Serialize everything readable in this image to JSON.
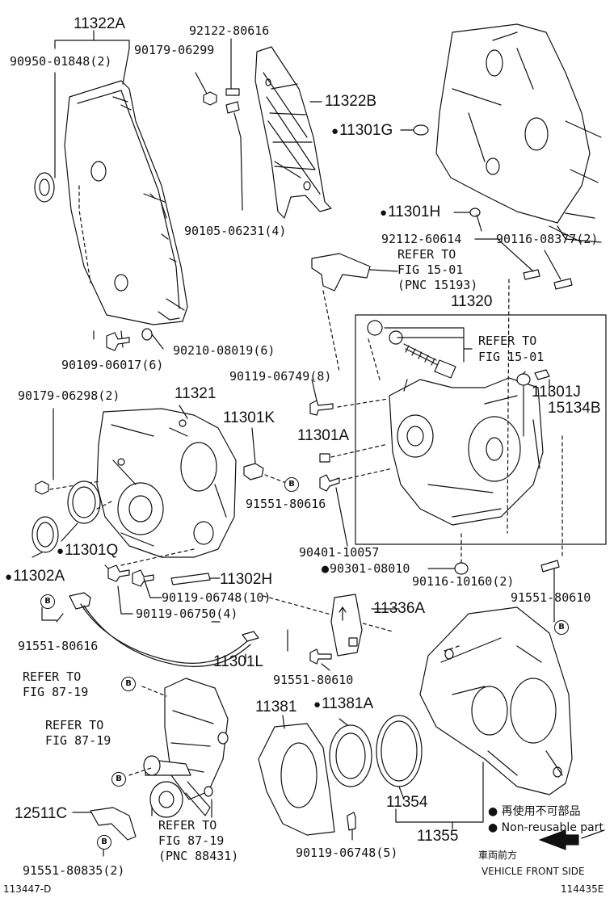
{
  "labels": {
    "l_11322A": "11322A",
    "l_90950": "90950-01848(2)",
    "l_90179_06299": "90179-06299",
    "l_92122": "92122-80616",
    "l_11322B": "11322B",
    "l_11301G": "11301G",
    "l_11301H": "11301H",
    "l_90105": "90105-06231(4)",
    "l_92112": "92112-60614",
    "l_90116_08377": "90116-08377(2)",
    "l_refer_15_a1": "REFER TO",
    "l_refer_15_a2": "FIG 15-01",
    "l_refer_15_a3": "(PNC 15193)",
    "l_11320": "11320",
    "l_refer_15_b1": "REFER TO",
    "l_refer_15_b2": "FIG 15-01",
    "l_90109": "90109-06017(6)",
    "l_90210": "90210-08019(6)",
    "l_90119_06749": "90119-06749(8)",
    "l_11301J": "11301J",
    "l_15134B": "15134B",
    "l_90179_06298": "90179-06298(2)",
    "l_11321": "11321",
    "l_11301K": "11301K",
    "l_11301A": "11301A",
    "l_91551_80616_a": "91551-80616",
    "l_11301Q": "11301Q",
    "l_90401": "90401-10057",
    "l_11302A": "11302A",
    "l_11302H": "11302H",
    "l_90301": "90301-08010",
    "l_90116_10160": "90116-10160(2)",
    "l_91551_80610_a": "91551-80610",
    "l_90119_06748_10": "90119-06748(10)",
    "l_90119_06750": "90119-06750(4)",
    "l_11336A": "11336A",
    "l_91551_80616_b": "91551-80616",
    "l_11301L": "11301L",
    "l_91551_80610_b": "91551-80610",
    "l_refer_87_a1": "REFER TO",
    "l_refer_87_a2": "FIG 87-19",
    "l_11381": "11381",
    "l_11381A": "11381A",
    "l_refer_87_b1": "REFER TO",
    "l_refer_87_b2": "FIG 87-19",
    "l_11354": "11354",
    "l_12511C": "12511C",
    "l_refer_87_c1": "REFER TO",
    "l_refer_87_c2": "FIG 87-19",
    "l_refer_87_c3": "(PNC 88431)",
    "l_11355": "11355",
    "l_90119_06748_5": "90119-06748(5)",
    "l_91551_80835": "91551-80835(2)"
  },
  "callout_letter": "B",
  "legend": {
    "jp": "再使用不可部品",
    "en": "Non-reusable part"
  },
  "front_side": {
    "jp": "車両前方",
    "en": "VEHICLE FRONT SIDE"
  },
  "corner": {
    "left": "113447-D",
    "right": "114435E"
  }
}
